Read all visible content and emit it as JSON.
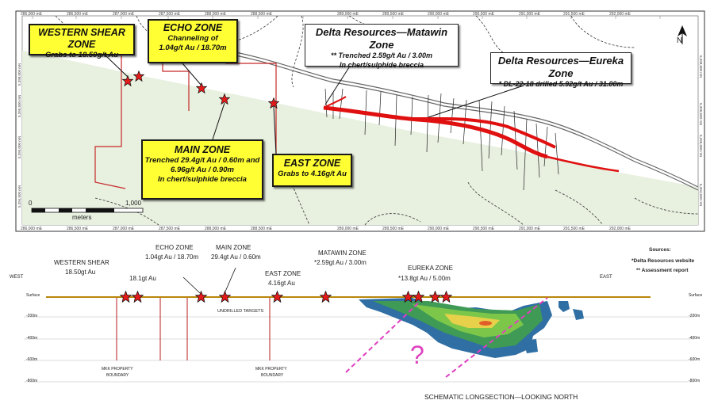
{
  "map": {
    "easting_labels": [
      "286,000 mE",
      "286,500 mE",
      "287,000 mE",
      "287,500 mE",
      "288,000 mE",
      "288,500 mE",
      "289,000 mE",
      "289,500 mE",
      "290,000 mE",
      "290,500 mE",
      "291,000 mE",
      "291,500 mE",
      "292,000 mE"
    ],
    "northing_labels_left": [
      "5,398,000 mN",
      "5,395,500 mN",
      "5,395,000 mN",
      "5,394,500 mN"
    ],
    "northing_labels_right": [
      "5,398,000 mN",
      "5,395,500 mN",
      "5,395,000 mN",
      "5,394,500 mN"
    ],
    "north_arrow": "N",
    "scale_start": "0",
    "scale_end": "1,000",
    "scale_unit": "meters",
    "colors": {
      "background_zone": "#e8f0e0",
      "trench": "#e01010",
      "property": "#c62828",
      "callout": "#ffff33"
    }
  },
  "callouts": {
    "western_shear": {
      "title": "WESTERN SHEAR ZONE",
      "line1": "Grabs to 18.50g/t Au"
    },
    "echo": {
      "title": "ECHO ZONE",
      "line1": "Channeling of",
      "line2": "1.04g/t Au / 18.70m"
    },
    "main": {
      "title": "MAIN ZONE",
      "line1": "Trenched 29.4g/t Au / 0.60m and",
      "line2": "6.96g/t Au / 0.90m",
      "line3": "In chert/sulphide breccia"
    },
    "east": {
      "title": "EAST ZONE",
      "line1": "Grabs to 4.16g/t Au"
    },
    "matawin": {
      "title": "Delta Resources—Matawin Zone",
      "line1": "** Trenched 2.59g/t Au / 3.00m",
      "line2": "In chert/sulphide breccia"
    },
    "eureka": {
      "title": "Delta Resources—Eureka Zone",
      "line1": "* DL-22-18 drilled 5.92g/t Au / 31.00m"
    }
  },
  "section": {
    "west": "WEST",
    "east": "EAST",
    "depths_left": [
      "Surface",
      "-200m",
      "-400m",
      "-600m",
      "-800m"
    ],
    "depths_right": [
      "Surface",
      "-200m",
      "-400m",
      "-600m",
      "-800m"
    ],
    "western_shear": {
      "name": "WESTERN SHEAR",
      "value": "18.50gt Au"
    },
    "extra_value": "18.1gt Au",
    "echo": {
      "name": "ECHO ZONE",
      "value": "1.04gt Au / 18.70m"
    },
    "main": {
      "name": "MAIN ZONE",
      "value": "29.4gt Au / 0.60m"
    },
    "east_zone": {
      "name": "EAST ZONE",
      "value": "4.16gt Au"
    },
    "matawin": {
      "name": "MATAWIN ZONE",
      "value": "*2.59gt Au / 3.00m"
    },
    "eureka": {
      "name": "EUREKA ZONE",
      "value": "*13.8gt Au / 5.00m"
    },
    "undrilled": "UNDRILLED TARGETS",
    "mkk_left": {
      "line1": "MKK PROPERTY",
      "line2": "BOUNDARY"
    },
    "mkk_right": {
      "line1": "MKK PROPERTY",
      "line2": "BOUNDARY"
    },
    "question": "?",
    "caption": "SCHEMATIC LONGSECTION—LOOKING NORTH"
  },
  "sources": {
    "title": "Sources:",
    "line1": "*Delta Resources website",
    "line2": "** Assessment report"
  }
}
